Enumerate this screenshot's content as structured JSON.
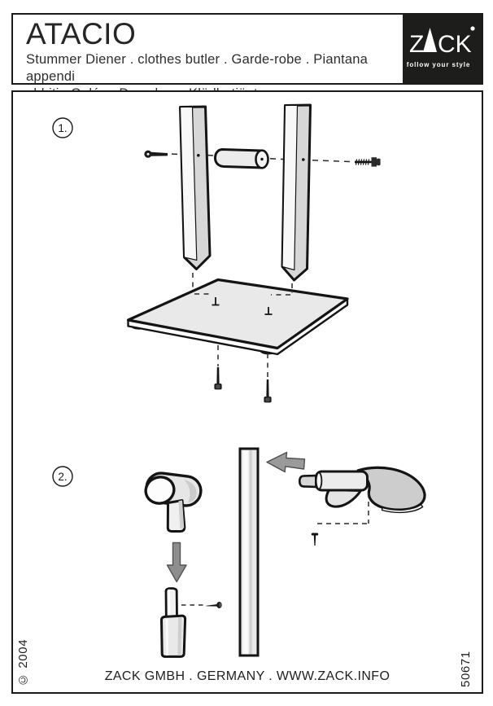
{
  "header": {
    "title": "ATACIO",
    "subtitle_line1": "Stummer Diener . clothes butler . Garde-robe . Piantana appendi",
    "subtitle_line2": "abbiti . Galán . Dressboy . Klädbetjänt",
    "logo": {
      "z": "Z",
      "ck": "CK",
      "tagline": "follow your style"
    }
  },
  "steps": [
    {
      "label": "1."
    },
    {
      "label": "2."
    }
  ],
  "footer": {
    "copyright": "© 2004",
    "publisher": "ZACK GMBH . GERMANY . WWW.ZACK.INFO",
    "part_number": "50671"
  },
  "colors": {
    "outline": "#141414",
    "fill_light": "#ececec",
    "fill_mid": "#d7d7d7",
    "arrow_gray": "#8e8e8e",
    "logo_bg": "#1d1d1b"
  }
}
